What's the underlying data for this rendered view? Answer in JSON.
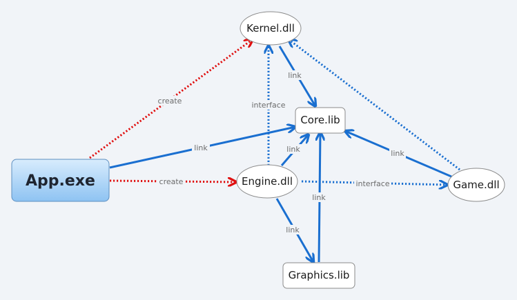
{
  "nodes": {
    "app": "App.exe",
    "kernel": "Kernel.dll",
    "core": "Core.lib",
    "engine": "Engine.dll",
    "game": "Game.dll",
    "graphics": "Graphics.lib"
  },
  "edges": [
    {
      "id": "app-kernel",
      "from": "App.exe",
      "to": "Kernel.dll",
      "label": "create",
      "style": "dotted",
      "color": "#e01010"
    },
    {
      "id": "app-engine",
      "from": "App.exe",
      "to": "Engine.dll",
      "label": "create",
      "style": "dotted",
      "color": "#e01010"
    },
    {
      "id": "app-core",
      "from": "App.exe",
      "to": "Core.lib",
      "label": "link",
      "style": "solid",
      "color": "#1a6fd0"
    },
    {
      "id": "kernel-core",
      "from": "Kernel.dll",
      "to": "Core.lib",
      "label": "link",
      "style": "solid",
      "color": "#1a6fd0"
    },
    {
      "id": "engine-kernel",
      "from": "Engine.dll",
      "to": "Kernel.dll",
      "label": "interface",
      "style": "dotted",
      "color": "#1a6fd0"
    },
    {
      "id": "engine-core",
      "from": "Engine.dll",
      "to": "Core.lib",
      "label": "link",
      "style": "solid",
      "color": "#1a6fd0"
    },
    {
      "id": "engine-game",
      "from": "Engine.dll",
      "to": "Game.dll",
      "label": "interface",
      "style": "dotted",
      "color": "#1a6fd0"
    },
    {
      "id": "engine-graphics",
      "from": "Engine.dll",
      "to": "Graphics.lib",
      "label": "link",
      "style": "solid",
      "color": "#1a6fd0"
    },
    {
      "id": "graphics-core",
      "from": "Graphics.lib",
      "to": "Core.lib",
      "label": "link",
      "style": "solid",
      "color": "#1a6fd0"
    },
    {
      "id": "game-core",
      "from": "Game.dll",
      "to": "Core.lib",
      "label": "link",
      "style": "solid",
      "color": "#1a6fd0"
    },
    {
      "id": "game-kernel",
      "from": "Game.dll",
      "to": "Kernel.dll",
      "label": "",
      "style": "dotted",
      "color": "#1a6fd0"
    }
  ],
  "colors": {
    "background": "#f1f4f8",
    "link": "#1a6fd0",
    "create": "#e01010",
    "app_fill_top": "#d8ecfd",
    "app_fill_bottom": "#8ec3f2"
  }
}
